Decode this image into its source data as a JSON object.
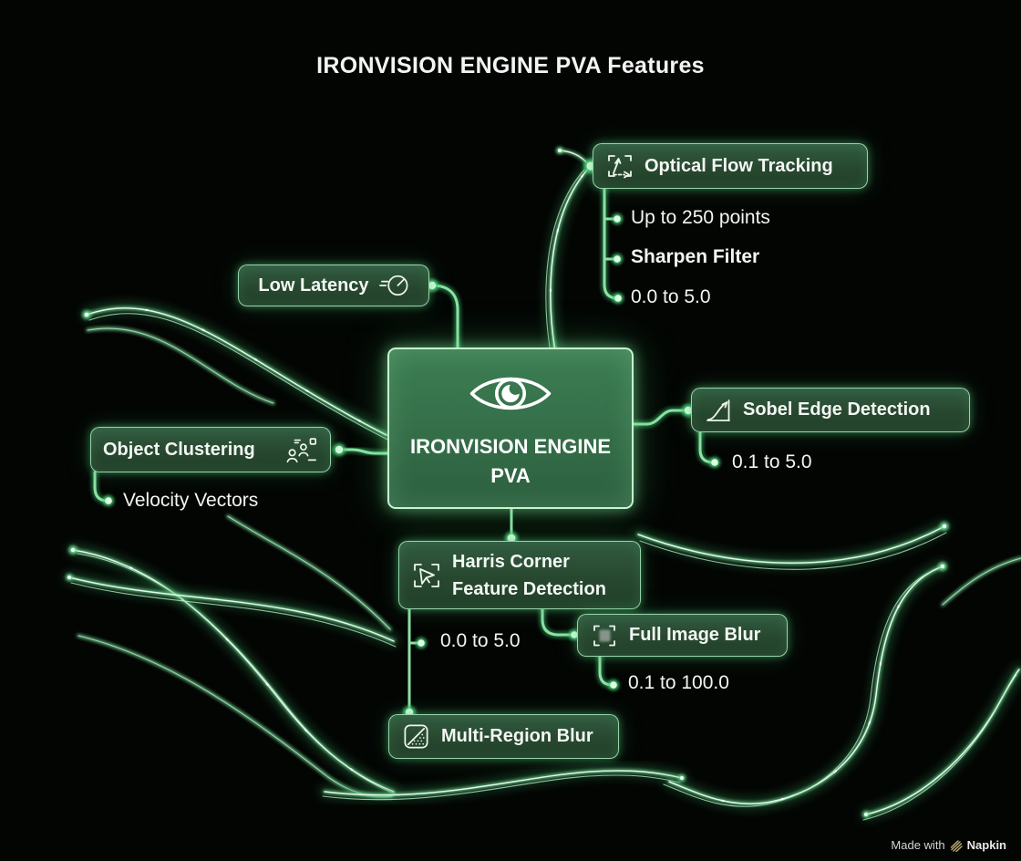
{
  "title": "IRONVISION ENGINE PVA Features",
  "center": {
    "line1": "IRONVISION ENGINE",
    "line2": "PVA",
    "icon": "eye-icon"
  },
  "nodes": {
    "optical_flow": {
      "label": "Optical Flow Tracking",
      "icon": "motion-track-icon",
      "children": [
        {
          "label": "Up to 250 points",
          "bold": false
        },
        {
          "label": "Sharpen Filter",
          "bold": true
        },
        {
          "label": "0.0 to 5.0",
          "bold": false
        }
      ]
    },
    "low_latency": {
      "label": "Low Latency",
      "icon": "speedometer-icon"
    },
    "sobel_edge": {
      "label": "Sobel Edge Detection",
      "icon": "gradient-curve-icon",
      "children": [
        {
          "label": "0.1 to 5.0"
        }
      ]
    },
    "object_clustering": {
      "label": "Object Clustering",
      "icon": "cluster-icon",
      "children": [
        {
          "label": "Velocity Vectors"
        }
      ]
    },
    "harris_corner": {
      "line1": "Harris Corner",
      "line2": "Feature Detection",
      "icon": "corner-detect-icon",
      "children": [
        {
          "label": "0.0 to 5.0"
        }
      ]
    },
    "full_image_blur": {
      "label": "Full Image Blur",
      "icon": "blur-square-icon",
      "children": [
        {
          "label": "0.1 to 100.0"
        }
      ]
    },
    "multi_region_blur": {
      "label": "Multi-Region Blur",
      "icon": "region-blur-icon"
    }
  },
  "footer": {
    "made_with": "Made with",
    "brand": "Napkin"
  },
  "colors": {
    "background": "#030503",
    "node_fill": "#27482f",
    "node_border": "#9edbb0",
    "accent_glow": "#7ee39a",
    "text": "#f3f7f3",
    "napkin_gold": "#b9a873"
  }
}
